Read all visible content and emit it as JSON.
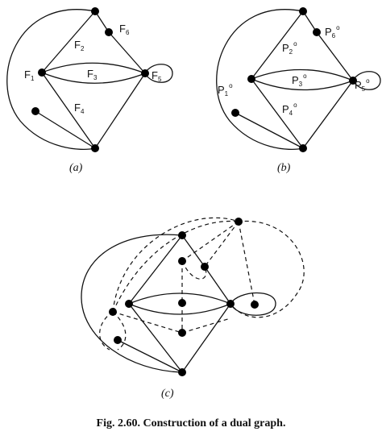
{
  "panels": {
    "a": {
      "tag": "(a)",
      "faces": [
        {
          "main": "F",
          "sub": "1",
          "sup": ""
        },
        {
          "main": "F",
          "sub": "2",
          "sup": ""
        },
        {
          "main": "F",
          "sub": "3",
          "sup": ""
        },
        {
          "main": "F",
          "sub": "4",
          "sup": ""
        },
        {
          "main": "F",
          "sub": "5",
          "sup": ""
        },
        {
          "main": "F",
          "sub": "6",
          "sup": ""
        }
      ]
    },
    "b": {
      "tag": "(b)",
      "faces": [
        {
          "main": "P",
          "sub": "1",
          "sup": "o"
        },
        {
          "main": "P",
          "sub": "2",
          "sup": "o"
        },
        {
          "main": "P",
          "sub": "3",
          "sup": "o"
        },
        {
          "main": "P",
          "sub": "4",
          "sup": "o"
        },
        {
          "main": "P",
          "sub": "5",
          "sup": "o"
        },
        {
          "main": "P",
          "sub": "6",
          "sup": "o"
        }
      ]
    },
    "c": {
      "tag": "(c)"
    }
  },
  "caption": "Fig. 2.60. Construction of a dual graph."
}
